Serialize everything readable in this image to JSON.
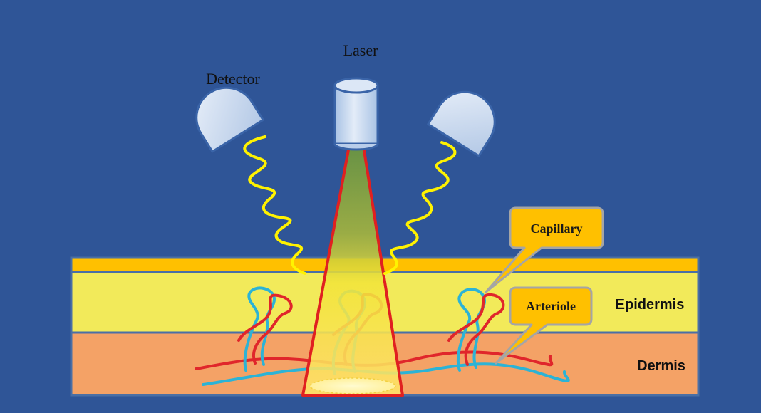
{
  "labels": {
    "laser": "Laser",
    "detector": "Detector",
    "capillary": "Capillary",
    "arteriole": "Arteriole",
    "epidermis": "Epidermis",
    "dermis": "Dermis"
  },
  "colors": {
    "background": "#2F5597",
    "surface_layer": "#FFC000",
    "epidermis": "#F2EA5A",
    "dermis": "#F4A266",
    "layer_border": "#4A6FA5",
    "beam_outline": "#E02020",
    "scatter_wave": "#FFF200",
    "device_fill": "#C9D9F0",
    "device_stroke": "#3A64A8",
    "callout_fill": "#FFC000",
    "callout_stroke": "#A5A5A5",
    "vessel_red": "#E0262B",
    "vessel_blue": "#2CB3D6"
  },
  "icons": {
    "laser": "laser-source-icon",
    "detector_left": "detector-icon",
    "detector_right": "detector-icon"
  }
}
